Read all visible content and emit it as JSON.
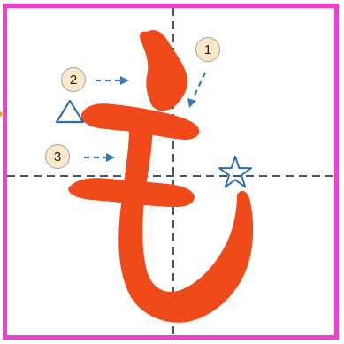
{
  "stroke_labels": [
    "1",
    "2",
    "3"
  ],
  "colors": {
    "frame": "#ee3fd0",
    "glyph": "#f04a1a",
    "guides": "#44556a",
    "arrows": "#3b78b7",
    "badge_fill": "#fbe8c9",
    "side_marker": "#f4a12b"
  },
  "icons": [
    "triangle-icon",
    "star-icon",
    "arrow-icon"
  ]
}
